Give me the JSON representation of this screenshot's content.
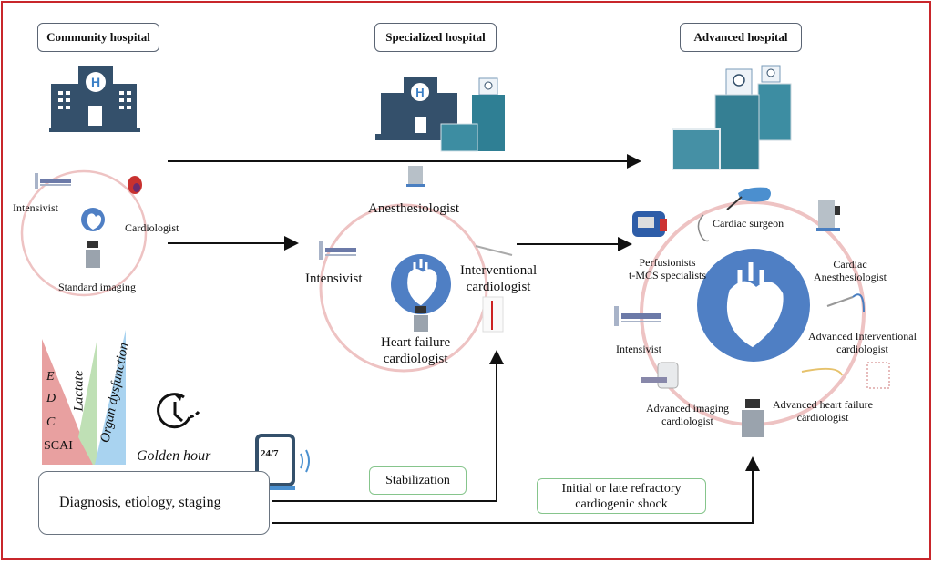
{
  "hospitals": {
    "community": {
      "title": "Community hospital",
      "roles": {
        "intensivist": "Intensivist",
        "cardiologist": "Cardiologist",
        "imaging": "Standard imaging"
      }
    },
    "specialized": {
      "title": "Specialized hospital",
      "roles": {
        "anesthesiologist": "Anesthesiologist",
        "intensivist": "Intensivist",
        "interventional_1": "Interventional",
        "interventional_2": "cardiologist",
        "hf_1": "Heart failure",
        "hf_2": "cardiologist"
      }
    },
    "advanced": {
      "title": "Advanced hospital",
      "roles": {
        "surgeon": "Cardiac surgeon",
        "perfusion_1": "Perfusionists",
        "perfusion_2": "t-MCS specialists",
        "cardiac_anes_1": "Cardiac",
        "cardiac_anes_2": "Anesthesiologist",
        "adv_interv_1": "Advanced Interventional",
        "adv_interv_2": "cardiologist",
        "intensivist": "Intensivist",
        "adv_hf_1": "Advanced heart failure",
        "adv_hf_2": "cardiologist",
        "adv_img_1": "Advanced imaging",
        "adv_img_2": "cardiologist"
      }
    }
  },
  "assessment": {
    "letters": [
      "E",
      "D",
      "C"
    ],
    "scai": "SCAI",
    "lactate": "Lactate",
    "organ": "Organ dysfunction",
    "golden_hour": "Golden hour",
    "availability": "24/7",
    "diagnosis": "Diagnosis, etiology, staging"
  },
  "pathways": {
    "stabilization": "Stabilization",
    "refractory_1": "Initial or late refractory",
    "refractory_2": "cardiogenic shock"
  },
  "colors": {
    "frame": "#c8262b",
    "hospital_navy": "#34506b",
    "heart_blue": "#4f7fc4",
    "ring_pink": "#eec3c3",
    "scai_red": "#e8a0a0",
    "lactate_green": "#bfe0b5",
    "organ_blue": "#a9d3f0",
    "green_border": "#86c58c"
  }
}
